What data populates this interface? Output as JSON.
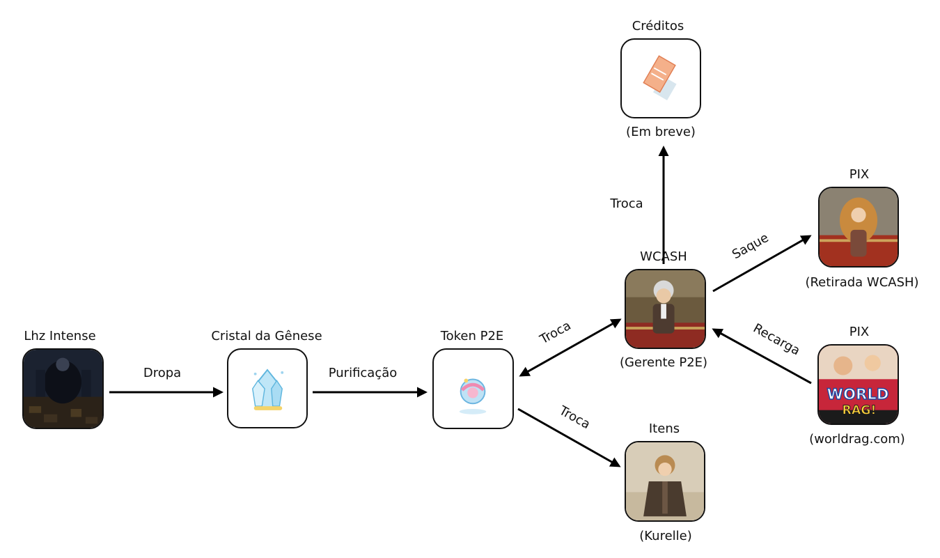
{
  "nodes": {
    "lhz": {
      "title": "Lhz Intense",
      "subtitle": "",
      "icon": "dark-dungeon-icon"
    },
    "cristal": {
      "title": "Cristal da Gênese",
      "subtitle": "",
      "icon": "crystal-icon"
    },
    "token": {
      "title": "Token P2E",
      "subtitle": "",
      "icon": "token-icon"
    },
    "wcash": {
      "title": "WCASH",
      "subtitle": "(Gerente P2E)",
      "icon": "manager-npc-icon"
    },
    "creditos": {
      "title": "Créditos",
      "subtitle": "(Em breve)",
      "icon": "credit-card-icon"
    },
    "pix_saque": {
      "title": "PIX",
      "subtitle": "(Retirada WCASH)",
      "icon": "pix-npc-icon"
    },
    "pix_recarga": {
      "title": "PIX",
      "subtitle": "(worldrag.com)",
      "icon": "worldrag-logo-icon",
      "logo_text_1": "WORLD",
      "logo_text_2": "RAG!"
    },
    "itens": {
      "title": "Itens",
      "subtitle": "(Kurelle)",
      "icon": "kurelle-npc-icon"
    }
  },
  "edges": {
    "dropa": "Dropa",
    "purificacao": "Purificação",
    "troca_wcash": "Troca",
    "troca_itens": "Troca",
    "troca_creditos": "Troca",
    "saque": "Saque",
    "recarga": "Recarga"
  },
  "colors": {
    "line": "#000000",
    "border": "#111111",
    "background": "#ffffff"
  }
}
